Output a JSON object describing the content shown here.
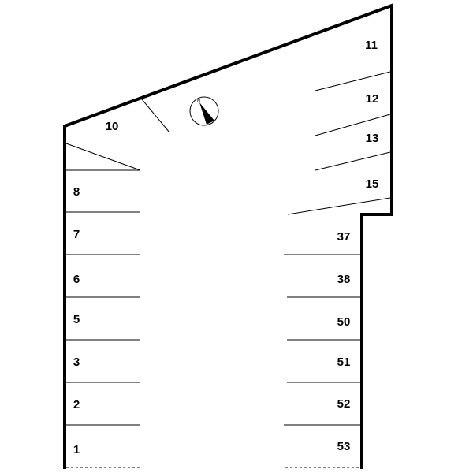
{
  "title": "Parking lot stall layout",
  "compass": {
    "label": "N"
  },
  "top_stalls": [
    "10",
    "11",
    "12",
    "13",
    "15"
  ],
  "left_stalls": [
    "8",
    "7",
    "6",
    "5",
    "3",
    "2",
    "1"
  ],
  "right_stalls": [
    "37",
    "38",
    "50",
    "51",
    "52",
    "53"
  ],
  "colors": {
    "lines": "#000000",
    "background": "#ffffff"
  }
}
